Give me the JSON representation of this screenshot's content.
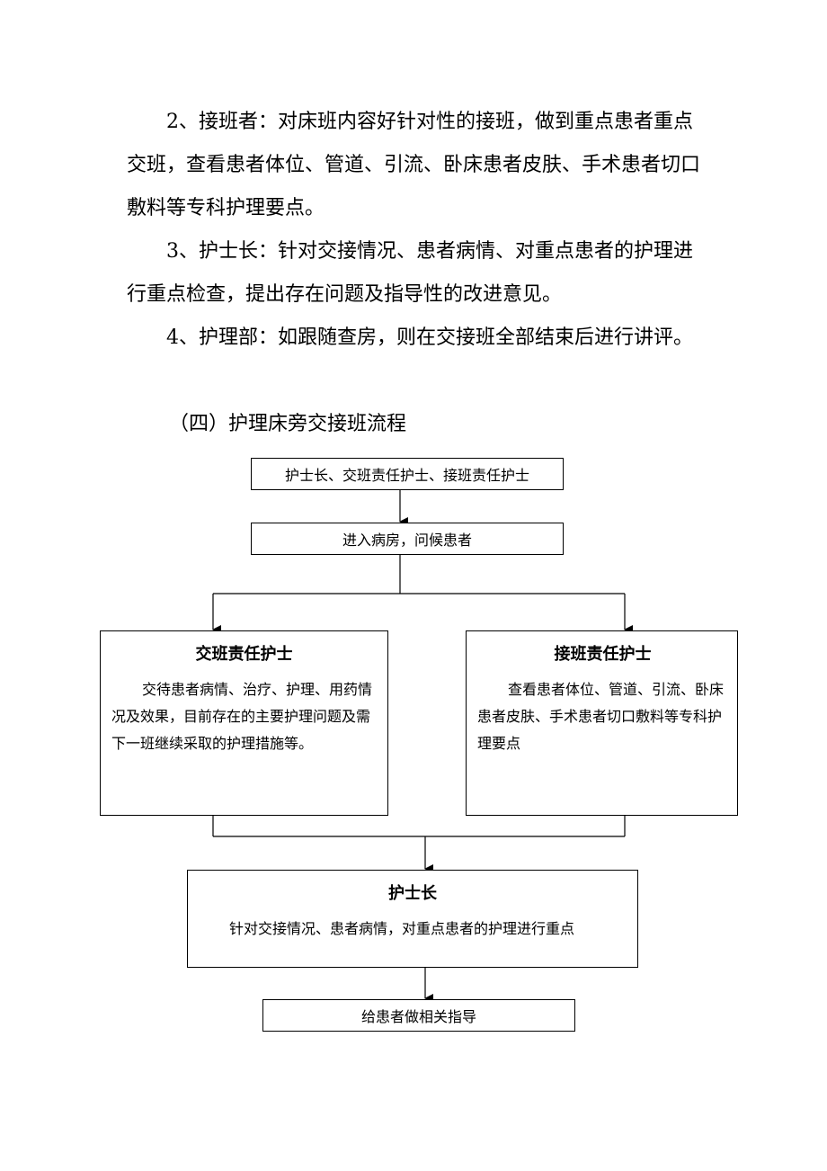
{
  "paragraphs": {
    "p2": "2、接班者：对床班内容好针对性的接班，做到重点患者重点交班，查看患者体位、管道、引流、卧床患者皮肤、手术患者切口敷料等专科护理要点。",
    "p3": "3、护士长：针对交接情况、患者病情、对重点患者的护理进行重点检查，提出存在问题及指导性的改进意见。",
    "p4": "4、护理部：如跟随查房，则在交接班全部结束后进行讲评。"
  },
  "section_heading": "（四）护理床旁交接班流程",
  "flowchart": {
    "participants": "护士长、交班责任护士、接班责任护士",
    "enter_ward": "进入病房，问候患者",
    "handover_nurse": {
      "title": "交班责任护士",
      "text": "交待患者病情、治疗、护理、用药情况及效果，目前存在的主要护理问题及需下一班继续采取的护理措施等。"
    },
    "receiving_nurse": {
      "title": "接班责任护士",
      "text": "查看患者体位、管道、引流、卧床患者皮肤、手术患者切口敷料等专科护理要点"
    },
    "head_nurse": {
      "title": "护士长",
      "text": "针对交接情况、患者病情，对重点患者的护理进行重点"
    },
    "guidance": "给患者做相关指导"
  }
}
